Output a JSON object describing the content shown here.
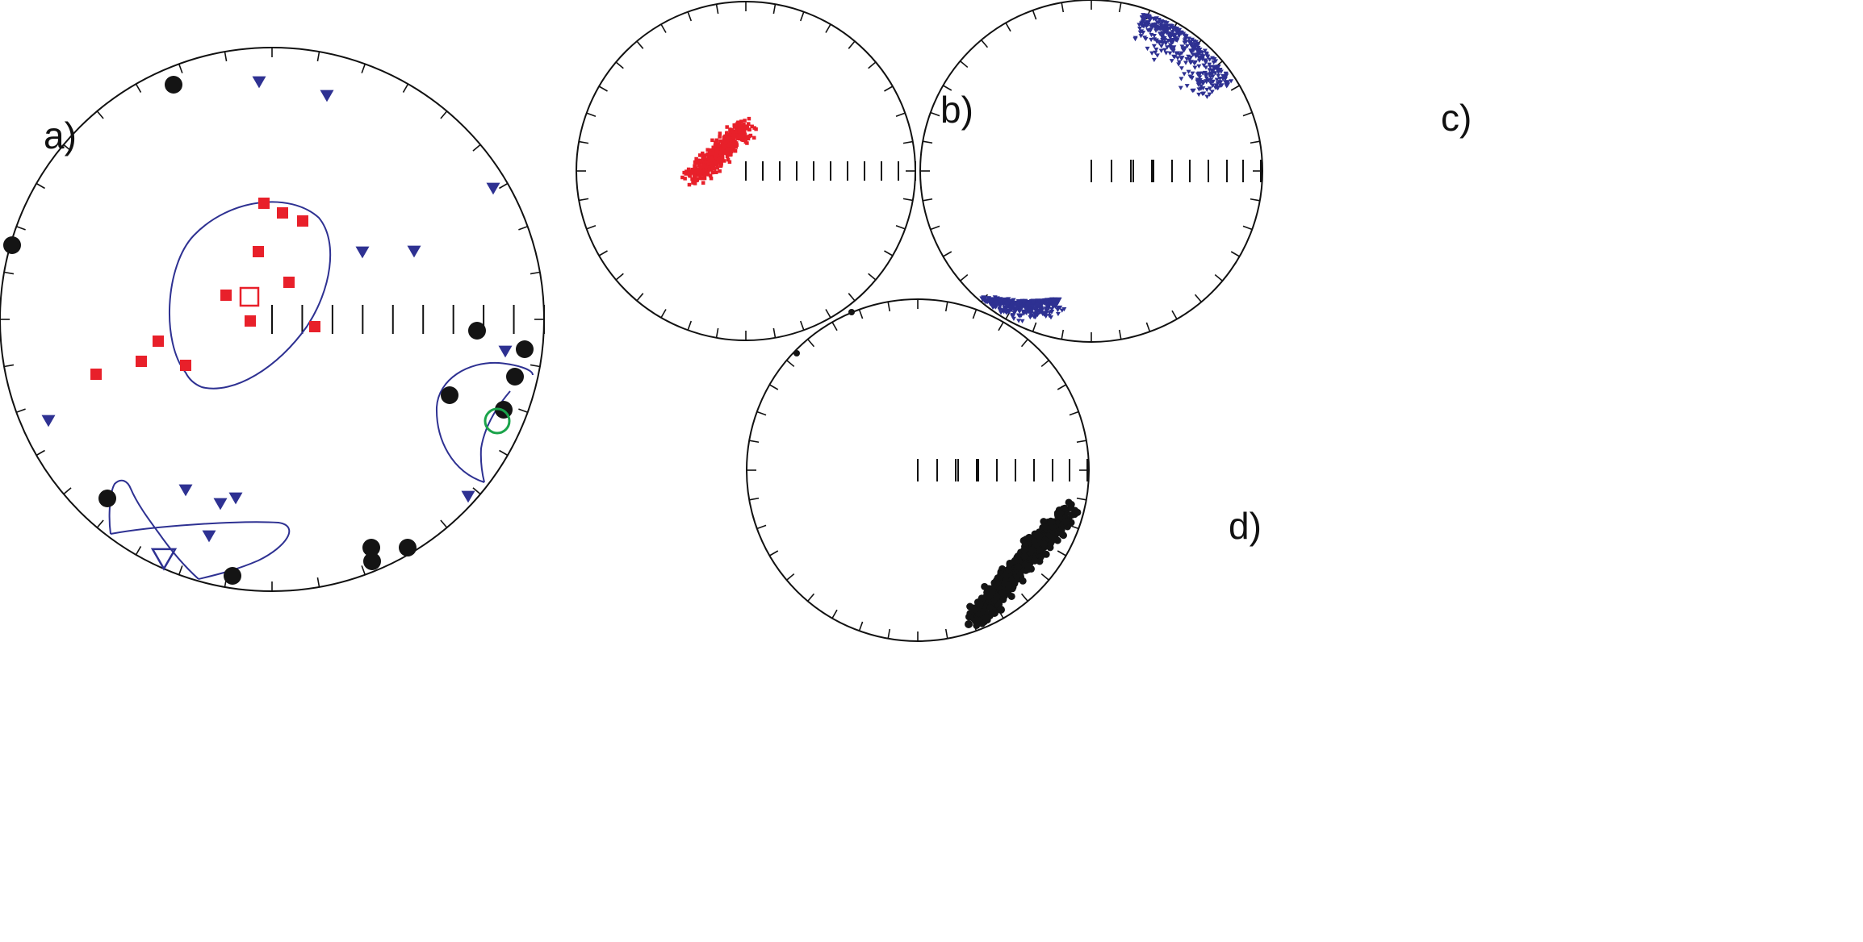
{
  "colors": {
    "outline": "#111111",
    "red": "#e8202a",
    "blue": "#2e3192",
    "black": "#141414",
    "green": "#1aa34a"
  },
  "panels": [
    {
      "id": "a",
      "label": "a)"
    },
    {
      "id": "b",
      "label": "b)"
    },
    {
      "id": "c",
      "label": "c)"
    },
    {
      "id": "d",
      "label": "d)"
    }
  ],
  "symbols": {
    "red": "filled-square",
    "blue": "filled-down-triangle",
    "black": "filled-circle",
    "green": "open-circle"
  }
}
